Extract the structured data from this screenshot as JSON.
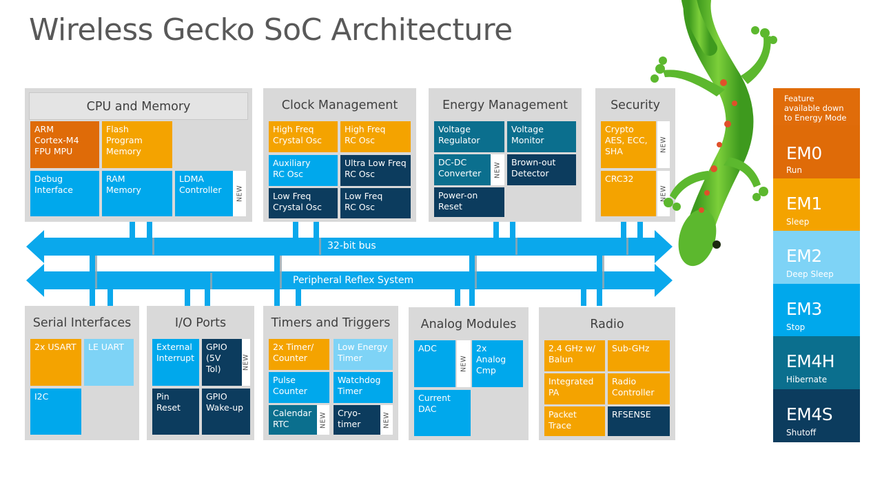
{
  "title": "Wireless Gecko SoC Architecture",
  "new_tag": "NEW",
  "bus": {
    "main": "32-bit bus",
    "prs": "Peripheral Reflex System"
  },
  "colors": {
    "orange": "#f4a300",
    "dark_orange": "#df6b08",
    "blue": "#00a8ec",
    "navy": "#0c3c5e",
    "teal": "#0b6f8e",
    "light_blue": "#7ed3f6",
    "bus": "#0aa8ec",
    "panel": "#d9d9d9",
    "gecko_green": "#5cb82e"
  },
  "panels": {
    "cpu": {
      "title": "CPU and Memory",
      "blocks": [
        "ARM\nCortex-M4\nFPU MPU",
        "Flash\nProgram\nMemory",
        "Debug\nInterface",
        "RAM\nMemory",
        "LDMA\nController"
      ]
    },
    "clock": {
      "title": "Clock Management",
      "blocks": [
        "High Freq\nCrystal Osc",
        "High Freq\nRC Osc",
        "Auxiliary\nRC Osc",
        "Ultra Low Freq\nRC Osc",
        "Low Freq\nCrystal Osc",
        "Low Freq\nRC Osc"
      ]
    },
    "energy": {
      "title": "Energy Management",
      "blocks": [
        "Voltage\nRegulator",
        "Voltage\nMonitor",
        "DC-DC\nConverter",
        "Brown-out\nDetector",
        "Power-on\nReset"
      ]
    },
    "security": {
      "title": "Security",
      "blocks": [
        "Crypto\nAES, ECC,\nSHA",
        "CRC32"
      ]
    },
    "serial": {
      "title": "Serial Interfaces",
      "blocks": [
        "2x USART",
        "LE UART",
        "I2C"
      ]
    },
    "io": {
      "title": "I/O Ports",
      "blocks": [
        "External\nInterrupt",
        "GPIO\n(5V\nTol)",
        "Pin\nReset",
        "GPIO\nWake-up"
      ]
    },
    "timers": {
      "title": "Timers and Triggers",
      "blocks": [
        "2x Timer/\nCounter",
        "Low Energy\nTimer",
        "Pulse\nCounter",
        "Watchdog\nTimer",
        "Calendar\nRTC",
        "Cryo-\ntimer"
      ]
    },
    "analog": {
      "title": "Analog Modules",
      "blocks": [
        "ADC",
        "2x Analog\nCmp",
        "Current\nDAC"
      ]
    },
    "radio": {
      "title": "Radio",
      "blocks": [
        "2.4 GHz w/\nBalun",
        "Sub-GHz",
        "Integrated\nPA",
        "Radio\nController",
        "Packet\nTrace",
        "RFSENSE"
      ]
    }
  },
  "energy_modes": {
    "header": "Feature\navailable down\nto Energy Mode",
    "modes": [
      {
        "code": "EM0",
        "name": "Run",
        "color": "#df6b08"
      },
      {
        "code": "EM1",
        "name": "Sleep",
        "color": "#f4a300"
      },
      {
        "code": "EM2",
        "name": "Deep Sleep",
        "color": "#7ed3f6"
      },
      {
        "code": "EM3",
        "name": "Stop",
        "color": "#00a8ec"
      },
      {
        "code": "EM4H",
        "name": "Hibernate",
        "color": "#0b6f8e"
      },
      {
        "code": "EM4S",
        "name": "Shutoff",
        "color": "#0c3c5e"
      }
    ]
  }
}
